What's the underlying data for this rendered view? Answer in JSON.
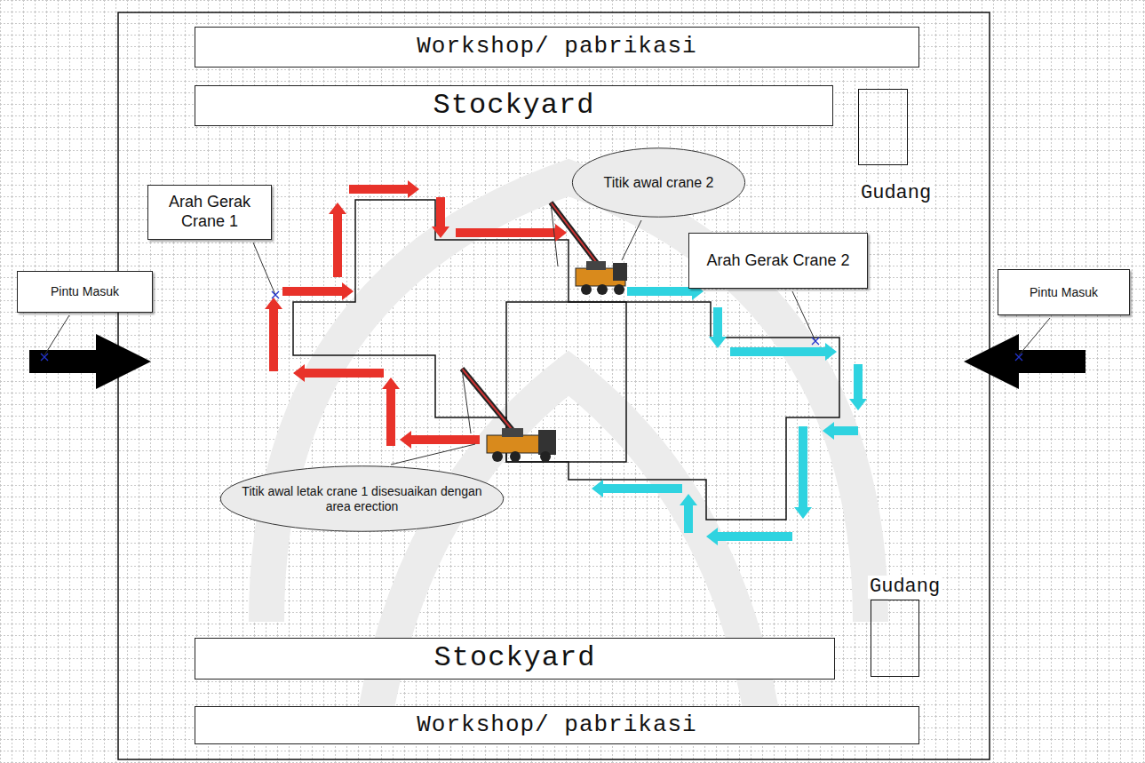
{
  "diagram": {
    "nodes": [
      {
        "text": [
          "Workshop/ pabrikasi"
        ]
      },
      {
        "text": [
          "Stockyard"
        ]
      },
      {
        "text": [
          "Gudang"
        ]
      },
      {
        "text": [
          "Titik awal crane 2"
        ]
      },
      {
        "text": [
          "Arah Gerak Crane 1"
        ]
      },
      {
        "text": [
          "Arah Gerak Crane 2"
        ]
      },
      {
        "text": [
          "Pintu Masuk"
        ]
      },
      {
        "text": [
          "Pintu Masuk"
        ]
      },
      {
        "text": [
          "Titik awal letak crane 1 disesuaikan dengan area erection"
        ]
      },
      {
        "text": [
          "Gudang"
        ]
      },
      {
        "text": [
          "Stockyard"
        ]
      },
      {
        "text": [
          "Workshop/ pabrikasi"
        ]
      }
    ]
  }
}
